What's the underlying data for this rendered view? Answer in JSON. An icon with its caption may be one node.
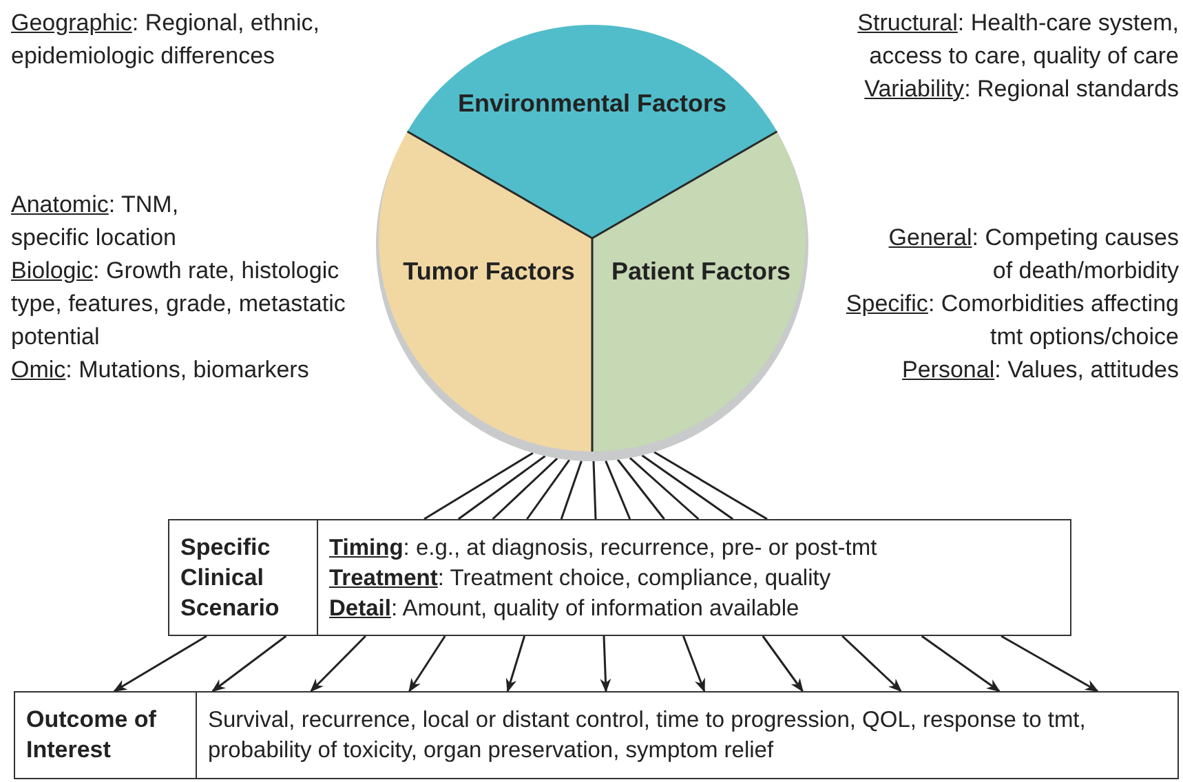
{
  "diagram": {
    "nodes": [
      {
        "text": [],
        "shape": "circle"
      },
      {
        "text": [
          "Environmental Factors"
        ],
        "in": 0,
        "beside": [
          "Geographic: Regional, ethnic, epidemiologic differences",
          "Structural: Health-care system, access to care, quality of care",
          "Variability: Regional standards"
        ]
      },
      {
        "text": [
          "Tumor Factors"
        ],
        "in": 0,
        "beside": [
          "Anatomic: TNM, specific location",
          "Biologic: Growth rate, histologic type, features, grade, metastatic potential",
          "Omic: Mutations, biomarkers"
        ]
      },
      {
        "text": [
          "Patient Factors"
        ],
        "in": 0,
        "beside": [
          "General: Competing causes of death/morbidity",
          "Specific: Comorbidities affecting tmt options/choice",
          "Personal: Values, attitudes"
        ]
      },
      {
        "text": [
          "Specific Clinical Scenario",
          "**Timing**: e.g., at diagnosis, recurrence, pre- or post-tmt",
          "**Treatment**: Treatment choice, compliance, quality",
          "**Detail**: Amount, quality of information available"
        ]
      },
      {
        "text": [
          "Outcome of Interest",
          "Survival, recurrence, local or distant control, time to progression, QOL, response to tmt, probability of toxicity, organ preservation, symptom relief"
        ]
      }
    ],
    "edges": [
      {
        "from": 0,
        "to": 4,
        "arrow": "none"
      },
      {
        "from": 0,
        "to": 4,
        "arrow": "none"
      },
      {
        "from": 0,
        "to": 4,
        "arrow": "none"
      },
      {
        "from": 0,
        "to": 4,
        "arrow": "none"
      },
      {
        "from": 0,
        "to": 4,
        "arrow": "none"
      },
      {
        "from": 0,
        "to": 4,
        "arrow": "none"
      },
      {
        "from": 0,
        "to": 4,
        "arrow": "none"
      },
      {
        "from": 0,
        "to": 4,
        "arrow": "none"
      },
      {
        "from": 0,
        "to": 4,
        "arrow": "none"
      },
      {
        "from": 0,
        "to": 4,
        "arrow": "none"
      },
      {
        "from": 0,
        "to": 4,
        "arrow": "none"
      },
      {
        "from": 4,
        "to": 5,
        "arrow": "to"
      },
      {
        "from": 4,
        "to": 5,
        "arrow": "to"
      },
      {
        "from": 4,
        "to": 5,
        "arrow": "to"
      },
      {
        "from": 4,
        "to": 5,
        "arrow": "to"
      },
      {
        "from": 4,
        "to": 5,
        "arrow": "to"
      },
      {
        "from": 4,
        "to": 5,
        "arrow": "to"
      },
      {
        "from": 4,
        "to": 5,
        "arrow": "to"
      },
      {
        "from": 4,
        "to": 5,
        "arrow": "to"
      },
      {
        "from": 4,
        "to": 5,
        "arrow": "to"
      },
      {
        "from": 4,
        "to": 5,
        "arrow": "to"
      },
      {
        "from": 4,
        "to": 5,
        "arrow": "to"
      }
    ]
  }
}
